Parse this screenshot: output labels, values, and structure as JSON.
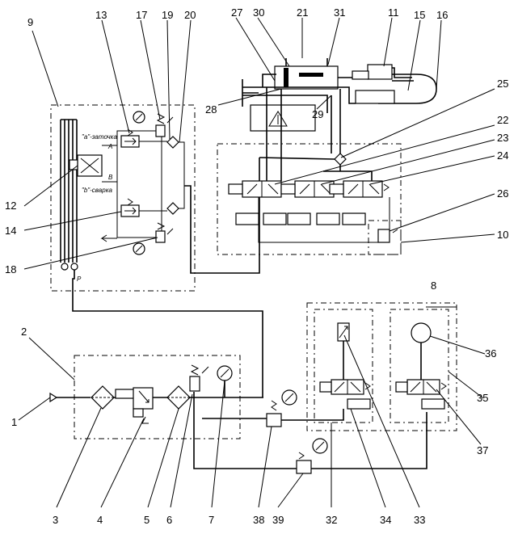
{
  "callouts": [
    {
      "id": "c1",
      "text": "1"
    },
    {
      "id": "c2",
      "text": "2"
    },
    {
      "id": "c3",
      "text": "3"
    },
    {
      "id": "c4",
      "text": "4"
    },
    {
      "id": "c5",
      "text": "5"
    },
    {
      "id": "c6",
      "text": "6"
    },
    {
      "id": "c7",
      "text": "7"
    },
    {
      "id": "c8",
      "text": "8"
    },
    {
      "id": "c9",
      "text": "9"
    },
    {
      "id": "c10",
      "text": "10"
    },
    {
      "id": "c11",
      "text": "11"
    },
    {
      "id": "c12",
      "text": "12"
    },
    {
      "id": "c13",
      "text": "13"
    },
    {
      "id": "c14",
      "text": "14"
    },
    {
      "id": "c15",
      "text": "15"
    },
    {
      "id": "c16",
      "text": "16"
    },
    {
      "id": "c17",
      "text": "17"
    },
    {
      "id": "c18",
      "text": "18"
    },
    {
      "id": "c19",
      "text": "19"
    },
    {
      "id": "c20",
      "text": "20"
    },
    {
      "id": "c21",
      "text": "21"
    },
    {
      "id": "c22",
      "text": "22"
    },
    {
      "id": "c23",
      "text": "23"
    },
    {
      "id": "c24",
      "text": "24"
    },
    {
      "id": "c25",
      "text": "25"
    },
    {
      "id": "c26",
      "text": "26"
    },
    {
      "id": "c27",
      "text": "27"
    },
    {
      "id": "c28",
      "text": "28"
    },
    {
      "id": "c29",
      "text": "29"
    },
    {
      "id": "c30",
      "text": "30"
    },
    {
      "id": "c31",
      "text": "31"
    },
    {
      "id": "c32",
      "text": "32"
    },
    {
      "id": "c33",
      "text": "33"
    },
    {
      "id": "c34",
      "text": "34"
    },
    {
      "id": "c35",
      "text": "35"
    },
    {
      "id": "c36",
      "text": "36"
    },
    {
      "id": "c37",
      "text": "37"
    },
    {
      "id": "c38",
      "text": "38"
    },
    {
      "id": "c39",
      "text": "39"
    }
  ],
  "labels": {
    "port_a": "\"a\"-заточка",
    "port_b": "\"b\"-сварка",
    "port_A": "A",
    "port_B": "B",
    "port_P": "P"
  }
}
